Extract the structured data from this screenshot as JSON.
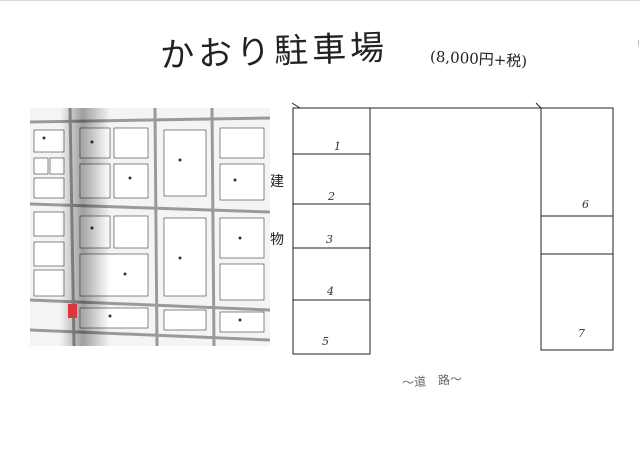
{
  "header": {
    "title": "かおり駐車場",
    "price": "(8,000円+税)"
  },
  "labels": {
    "building_1": "建",
    "building_2": "物",
    "road": "〜道　路〜"
  },
  "lots": {
    "n1": "1",
    "n2": "2",
    "n3": "3",
    "n4": "4",
    "n5": "5",
    "n6": "6",
    "n7": "7"
  },
  "map": {
    "marker_color": "#d9363e"
  }
}
